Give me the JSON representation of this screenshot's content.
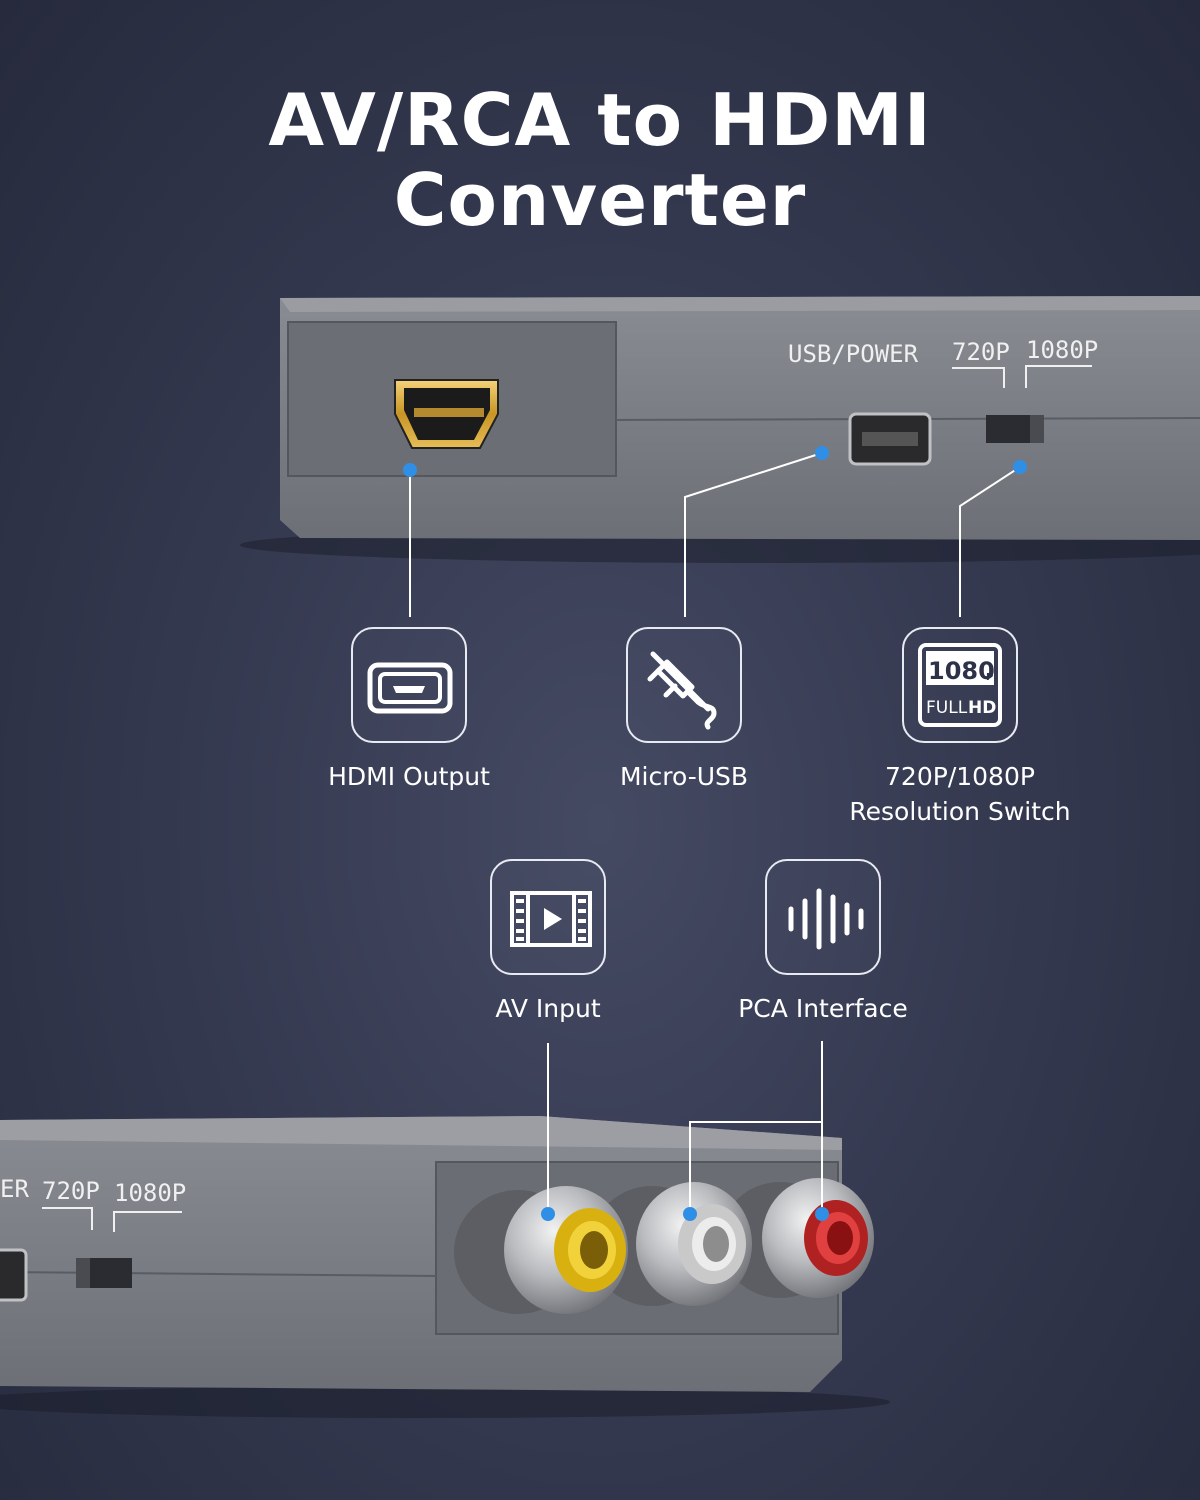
{
  "title": {
    "line1": "AV/RCA to HDMI",
    "line2": "Converter"
  },
  "device_top": {
    "label_usb": "USB/POWER",
    "label_720": "720P",
    "label_1080": "1080P"
  },
  "device_bottom": {
    "label_er": "ER",
    "label_720": "720P",
    "label_1080": "1080P"
  },
  "features": [
    {
      "icon": "hdmi-port-icon",
      "label": "HDMI Output"
    },
    {
      "icon": "unplug-icon",
      "label": "Micro-USB"
    },
    {
      "icon": "fullhd-1080p-icon",
      "label_line1": "720P/1080P",
      "label_line2": "Resolution Switch",
      "badge_top": "1080",
      "badge_sub": "P",
      "badge_bottom_a": "FULL",
      "badge_bottom_b": "HD"
    },
    {
      "icon": "film-play-icon",
      "label": "AV Input"
    },
    {
      "icon": "audio-wave-icon",
      "label": "PCA Interface"
    }
  ],
  "colors": {
    "accent_dot": "#2f8fe6",
    "rca_yellow": "#e8c21a",
    "rca_white": "#d8d8d8",
    "rca_red": "#cc2a2a",
    "hdmi_gold": "#d9a732"
  }
}
